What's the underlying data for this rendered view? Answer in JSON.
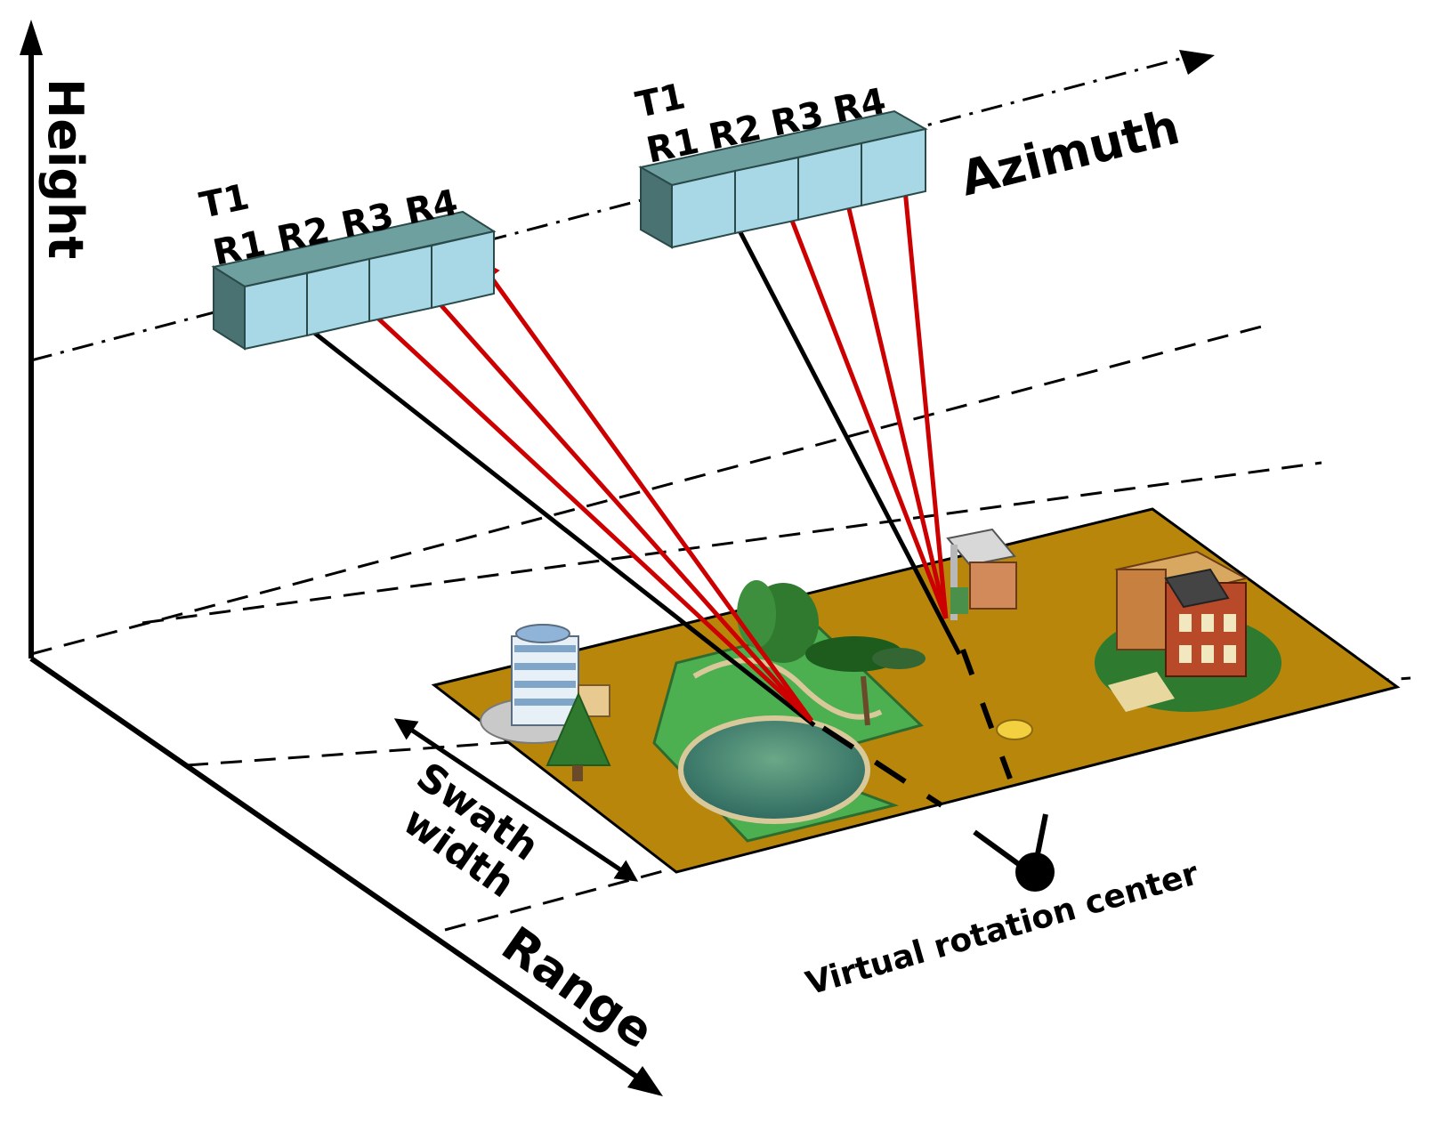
{
  "axes": {
    "height": "Height",
    "azimuth": "Azimuth",
    "range": "Range"
  },
  "antenna_1": {
    "tx": "T1",
    "rx": [
      "R1",
      "R2",
      "R3",
      "R4"
    ]
  },
  "antenna_2": {
    "tx": "T1",
    "rx": [
      "R1",
      "R2",
      "R3",
      "R4"
    ]
  },
  "swath": {
    "line1": "Swath",
    "line2": "width"
  },
  "rotation_center": "Virtual rotation center",
  "colors": {
    "transmit_ray": "#000000",
    "receive_ray": "#cc0000",
    "antenna_face": "#a8d8e6",
    "antenna_side": "#4a7272",
    "ground": "#b8860b",
    "park": "#4caf50"
  },
  "icons": [
    "office-tower-icon",
    "pine-tree-icon",
    "park-icon",
    "lake-icon",
    "trees-icon",
    "gas-station-icon",
    "school-building-icon",
    "car-icon"
  ]
}
